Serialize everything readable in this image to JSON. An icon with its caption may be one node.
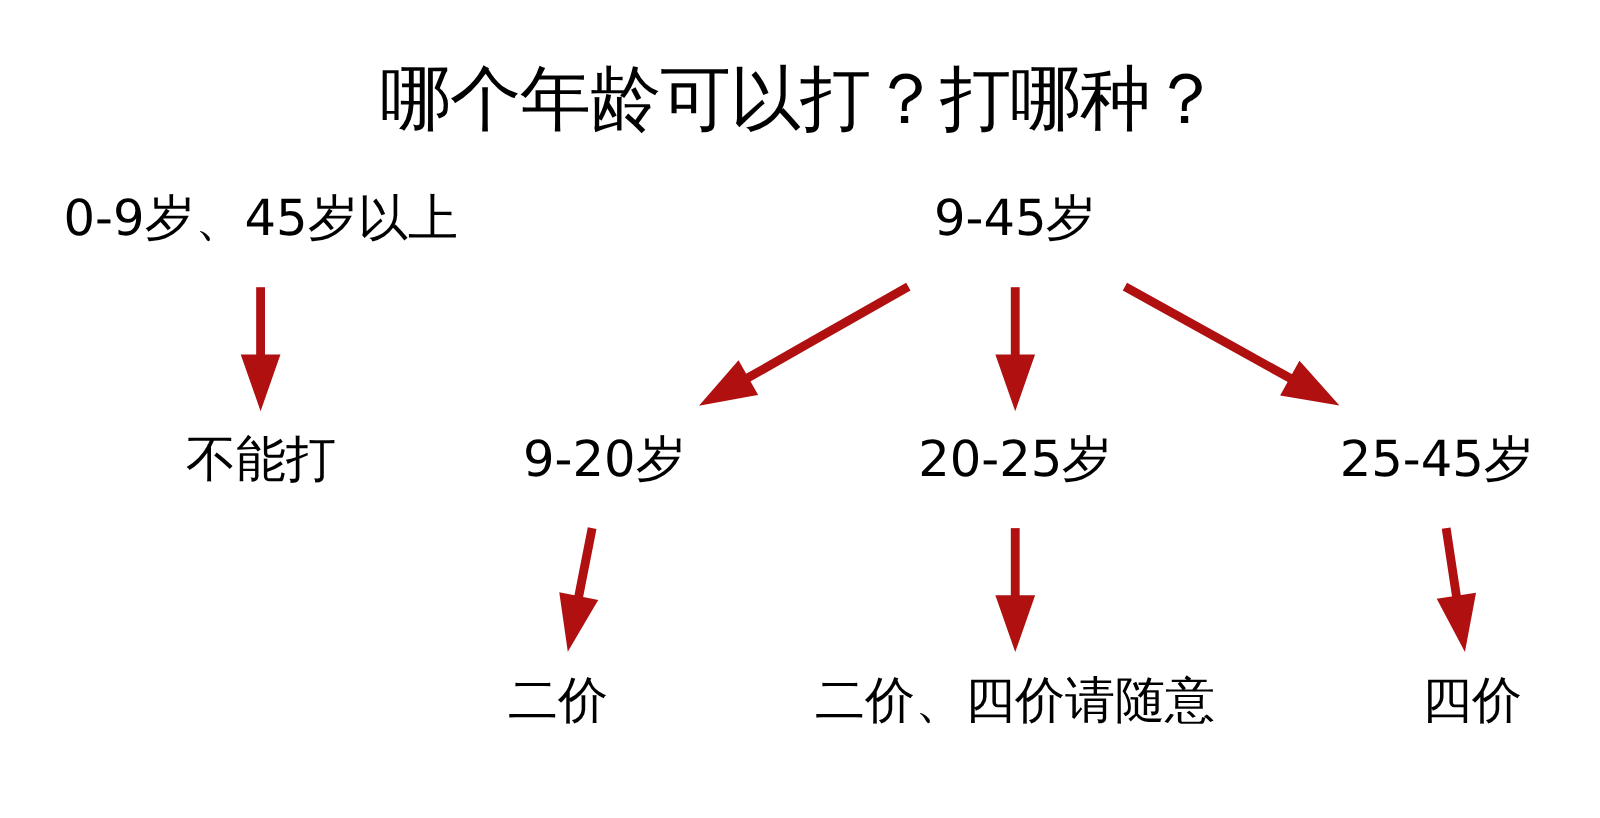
{
  "diagram": {
    "title": "哪个年龄可以打？打哪种？",
    "nodes": [
      {
        "text": [
          "0-9岁、45岁以上"
        ]
      },
      {
        "text": [
          "不能打"
        ]
      },
      {
        "text": [
          "9-45岁"
        ]
      },
      {
        "text": [
          "9-20岁"
        ]
      },
      {
        "text": [
          "20-25岁"
        ]
      },
      {
        "text": [
          "25-45岁"
        ]
      },
      {
        "text": [
          "二价"
        ]
      },
      {
        "text": [
          "二价、四价请随意"
        ]
      },
      {
        "text": [
          "四价"
        ]
      }
    ],
    "edges": [
      {
        "from": 0,
        "to": 1,
        "arrow": "to"
      },
      {
        "from": 2,
        "to": 3,
        "arrow": "to"
      },
      {
        "from": 2,
        "to": 4,
        "arrow": "to"
      },
      {
        "from": 2,
        "to": 5,
        "arrow": "to"
      },
      {
        "from": 3,
        "to": 6,
        "arrow": "to"
      },
      {
        "from": 4,
        "to": 7,
        "arrow": "to"
      },
      {
        "from": 5,
        "to": 8,
        "arrow": "to"
      }
    ]
  }
}
